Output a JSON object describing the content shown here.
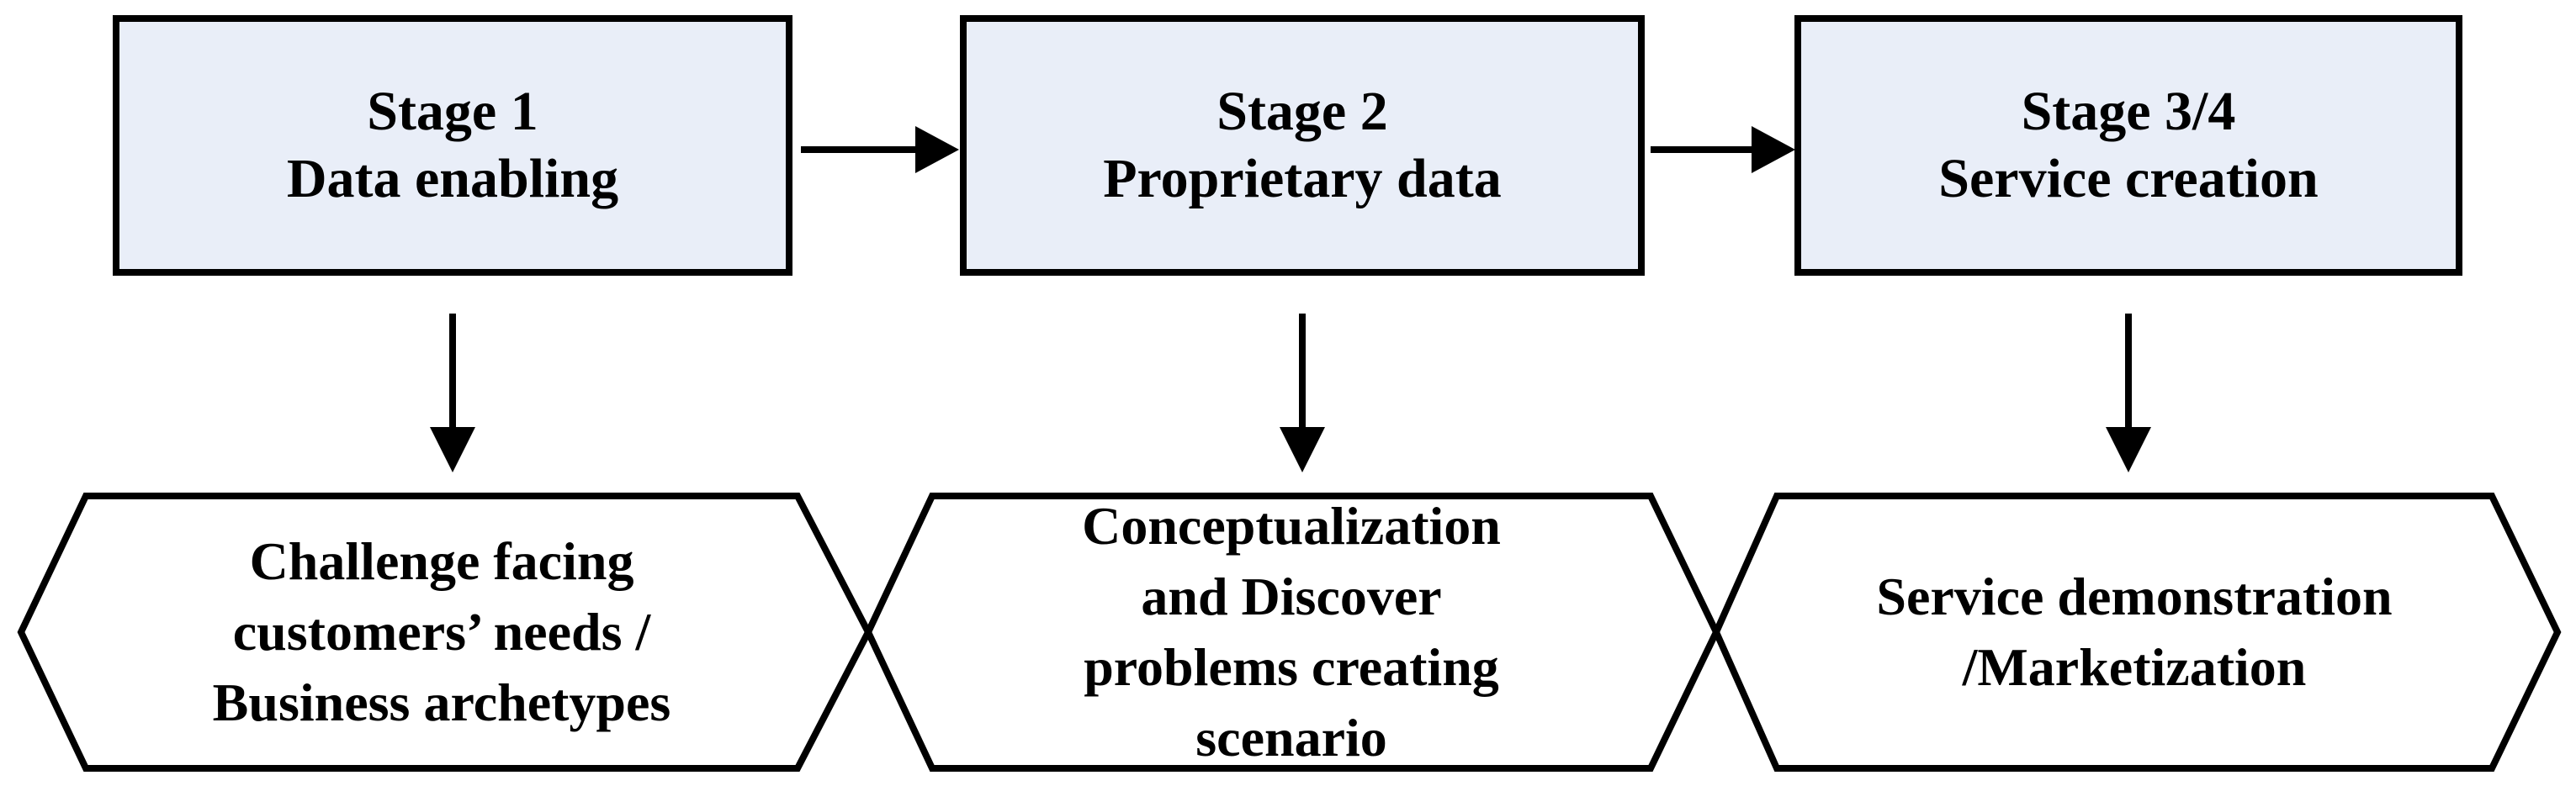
{
  "diagram": {
    "stages": [
      {
        "title": "Stage 1",
        "subtitle": "Data enabling"
      },
      {
        "title": "Stage 2",
        "subtitle": "Proprietary data"
      },
      {
        "title": "Stage 3/4",
        "subtitle": "Service creation"
      }
    ],
    "activities": [
      {
        "lines": [
          "Challenge facing",
          "customers’ needs /",
          "Business archetypes"
        ]
      },
      {
        "lines": [
          "Conceptualization",
          "and Discover",
          "problems creating",
          "scenario"
        ]
      },
      {
        "lines": [
          "Service demonstration",
          "/Marketization"
        ]
      }
    ],
    "colors": {
      "stage_fill": "#e9eef8",
      "activity_fill": "#ffffff",
      "connector": "#000000",
      "outline": "#000000",
      "text": "#000000"
    }
  }
}
